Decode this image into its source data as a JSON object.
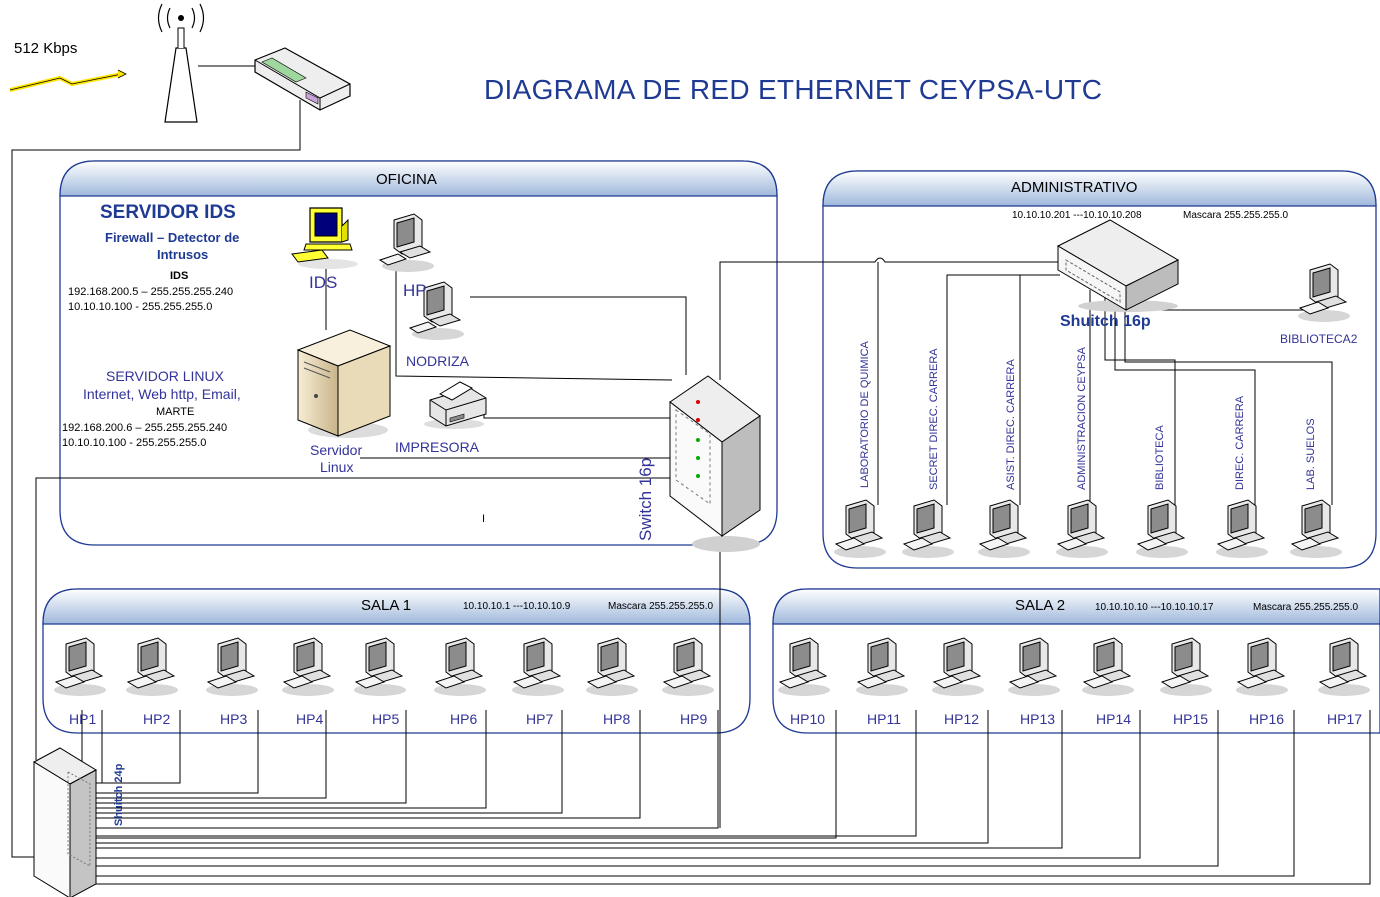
{
  "title": "DIAGRAMA DE RED ETHERNET CEYPSA-UTC",
  "internet": {
    "speed": "512 Kbps"
  },
  "oficina": {
    "label": "OFICINA",
    "ids_heading": "SERVIDOR IDS",
    "ids_sub1": "Firewall – Detector de",
    "ids_sub2": "Intrusos",
    "ids_name": "IDS",
    "ids_ip1": "192.168.200.5 –  255.255.255.240",
    "ids_ip2": "10.10.10.100   -  255.255.255.0",
    "linux_heading": "SERVIDOR LINUX",
    "linux_sub": "Internet, Web http, Email,",
    "linux_name": "MARTE",
    "linux_ip1": "192.168.200.6  –  255.255.255.240",
    "linux_ip2": "10.10.10.100   -  255.255.255.0",
    "ids_label": "IDS",
    "hp_label": "HP",
    "nodriza_label": "NODRIZA",
    "printer_label": "IMPRESORA",
    "server_label1": "Servidor",
    "server_label2": "Linux",
    "switch_label": "Switch 16p",
    "mark": "I"
  },
  "administrativo": {
    "label": "ADMINISTRATIVO",
    "range": "10.10.10.201 ---10.10.10.208",
    "mask": "Mascara 255.255.255.0",
    "switch_label": "Shuitch 16p",
    "biblioteca2": "BIBLIOTECA2",
    "stations": [
      "LABORATORIO DE QUIMICA",
      "SECRET  DIREC. CARRERA",
      "ASIST.  DIREC. CARRERA",
      "ADMINISTRACION CEYPSA",
      "BIBLIOTECA",
      "DIREC. CARRERA",
      "LAB.  SUELOS"
    ]
  },
  "sala1": {
    "label": "SALA 1",
    "range": "10.10.10.1 ---10.10.10.9",
    "mask": "Mascara 255.255.255.0",
    "pcs": [
      "HP1",
      "HP2",
      "HP3",
      "HP4",
      "HP5",
      "HP6",
      "HP7",
      "HP8",
      "HP9"
    ]
  },
  "sala2": {
    "label": "SALA 2",
    "range": "10.10.10.10 ---10.10.10.17",
    "mask": "Mascara 255.255.255.0",
    "pcs": [
      "HP10",
      "HP11",
      "HP12",
      "HP13",
      "HP14",
      "HP15",
      "HP16",
      "HP17"
    ]
  },
  "main_switch": {
    "label": "Shuitch 24p"
  },
  "colors": {
    "text_blue": "#333399",
    "title_blue": "#1f3a93",
    "header_top": "#ffffff",
    "header_bottom": "#a9c0e0"
  }
}
